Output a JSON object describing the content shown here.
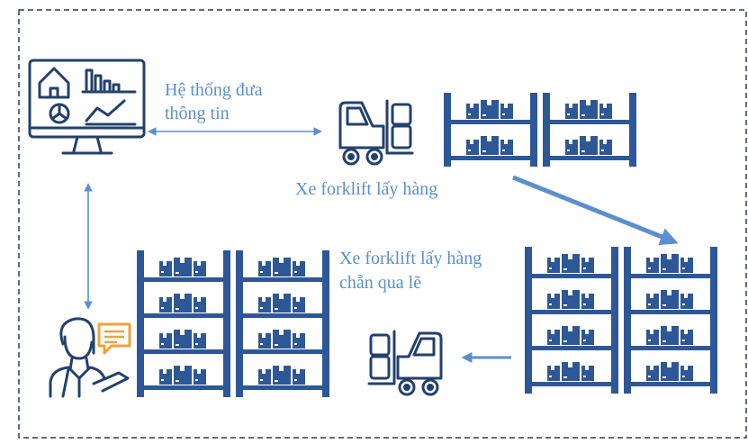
{
  "labels": {
    "info_system_line1": "Hệ thống đưa",
    "info_system_line2": "thông tin",
    "forklift_pick": "Xe forklift lấy hàng",
    "forklift_odd_line1": "Xe forklift lấy hàng",
    "forklift_odd_line2": "chẵn qua lẽ"
  },
  "colors": {
    "icon_navy": "#23406e",
    "shelf_blue": "#2e5797",
    "arrow_blue": "#5b8fcf",
    "text_blue": "#5b8fcf",
    "frame_dash": "#2f3b57",
    "chat_orange": "#f0a23a"
  },
  "icons": {
    "monitor": "dashboard-monitor-icon",
    "forklift": "forklift-icon",
    "shelf": "warehouse-shelf-icon",
    "operator": "operator-with-chat-icon"
  }
}
